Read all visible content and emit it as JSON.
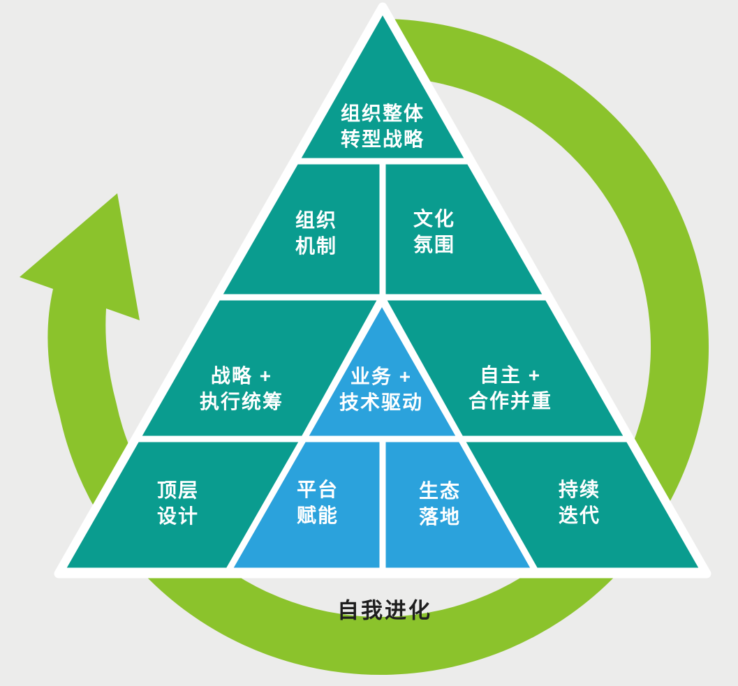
{
  "background": "#ECECEB",
  "colors": {
    "teal": "#0A9C8F",
    "blue": "#2BA2DC",
    "green": "#8BC32C",
    "divider": "#FFFFFF",
    "pyramid_text": "#FFFFFF",
    "caption_text": "#1E1E1E"
  },
  "diagram": {
    "type": "pyramid-with-cycle-arrow",
    "caption": "自我进化",
    "levels": [
      {
        "level": 1,
        "cells": [
          {
            "id": "strategy",
            "label": "组织整体\n转型战略",
            "color": "teal"
          }
        ]
      },
      {
        "level": 2,
        "cells": [
          {
            "id": "org-mechanism",
            "label": "组织\n机制",
            "color": "teal"
          },
          {
            "id": "culture",
            "label": "文化\n氛围",
            "color": "teal"
          }
        ]
      },
      {
        "level": 3,
        "cells": [
          {
            "id": "strategy-execution",
            "label": "战略 +\n执行统筹",
            "color": "teal"
          },
          {
            "id": "business-tech",
            "label": "业务 +\n技术驱动",
            "color": "blue"
          },
          {
            "id": "autonomy-cooperation",
            "label": "自主 +\n合作并重",
            "color": "teal"
          }
        ]
      },
      {
        "level": 4,
        "cells": [
          {
            "id": "top-design",
            "label": "顶层\n设计",
            "color": "teal"
          },
          {
            "id": "platform-enable",
            "label": "平台\n赋能",
            "color": "blue"
          },
          {
            "id": "ecosystem-landing",
            "label": "生态\n落地",
            "color": "blue"
          },
          {
            "id": "continuous-iteration",
            "label": "持续\n迭代",
            "color": "teal"
          }
        ]
      }
    ]
  }
}
